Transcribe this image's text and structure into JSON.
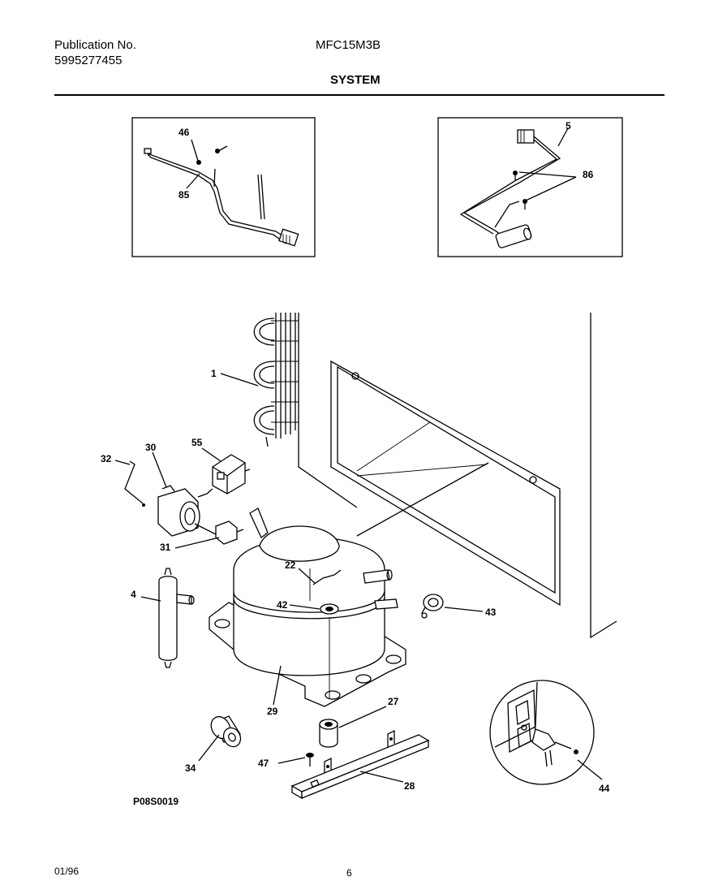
{
  "header": {
    "pub_label": "Publication No.",
    "pub_number": "5995277455",
    "model": "MFC15M3B",
    "section": "SYSTEM"
  },
  "footer": {
    "date": "01/96",
    "page": "6",
    "figure_id": "P08S0019"
  },
  "callouts": {
    "c46": "46",
    "c85": "85",
    "c5": "5",
    "c86": "86",
    "c1": "1",
    "c55": "55",
    "c30": "30",
    "c32": "32",
    "c31": "31",
    "c22": "22",
    "c42": "42",
    "c4": "4",
    "c43": "43",
    "c29": "29",
    "c27": "27",
    "c34": "34",
    "c47": "47",
    "c28": "28",
    "c44": "44"
  }
}
